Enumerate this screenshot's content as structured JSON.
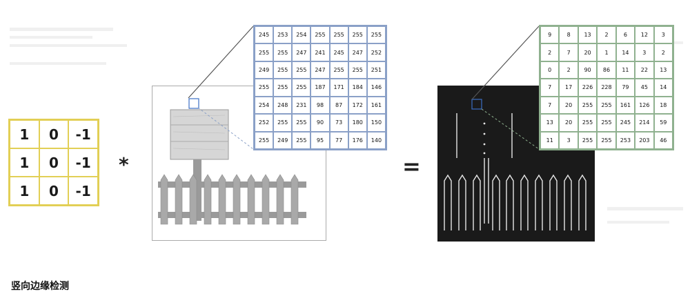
{
  "kernel": {
    "rows": [
      [
        "1",
        "0",
        "-1"
      ],
      [
        "1",
        "0",
        "-1"
      ],
      [
        "1",
        "0",
        "-1"
      ]
    ]
  },
  "operators": {
    "multiply": "*",
    "equals": "="
  },
  "input_grid": {
    "rows": [
      [
        "245",
        "253",
        "254",
        "255",
        "255",
        "255",
        "255"
      ],
      [
        "255",
        "255",
        "247",
        "241",
        "245",
        "247",
        "252"
      ],
      [
        "249",
        "255",
        "255",
        "247",
        "255",
        "255",
        "251"
      ],
      [
        "255",
        "255",
        "255",
        "187",
        "171",
        "184",
        "146"
      ],
      [
        "254",
        "248",
        "231",
        "98",
        "87",
        "172",
        "161"
      ],
      [
        "252",
        "255",
        "255",
        "90",
        "73",
        "180",
        "150"
      ],
      [
        "255",
        "249",
        "255",
        "95",
        "77",
        "176",
        "140"
      ]
    ]
  },
  "output_grid": {
    "rows": [
      [
        "9",
        "8",
        "13",
        "2",
        "6",
        "12",
        "3"
      ],
      [
        "2",
        "7",
        "20",
        "1",
        "14",
        "3",
        "2"
      ],
      [
        "0",
        "2",
        "90",
        "86",
        "11",
        "22",
        "13"
      ],
      [
        "7",
        "17",
        "226",
        "228",
        "79",
        "45",
        "14"
      ],
      [
        "7",
        "20",
        "255",
        "255",
        "161",
        "126",
        "18"
      ],
      [
        "13",
        "20",
        "255",
        "255",
        "245",
        "214",
        "59"
      ],
      [
        "11",
        "3",
        "255",
        "255",
        "253",
        "203",
        "46"
      ]
    ]
  },
  "caption": "竖向边缘检测",
  "colors": {
    "kernel_border": "#e2cf55",
    "input_grid_border": "#8aa0c7",
    "output_grid_border": "#8fb18f",
    "output_background": "#1a1a1a"
  }
}
